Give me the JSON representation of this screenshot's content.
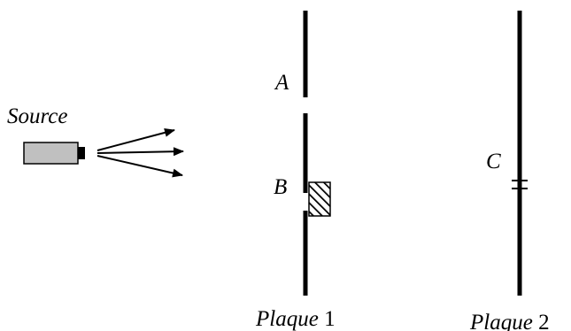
{
  "source": {
    "label": "Source",
    "body_color": "#c0c0c0"
  },
  "plate1": {
    "label_word": "Plaque",
    "label_number": "1",
    "slit_a_label": "A",
    "slit_b_label": "B"
  },
  "plate2": {
    "label_word": "Plaque",
    "label_number": "2",
    "point_c_label": "C"
  },
  "colors": {
    "line": "#000000",
    "background": "#ffffff"
  }
}
